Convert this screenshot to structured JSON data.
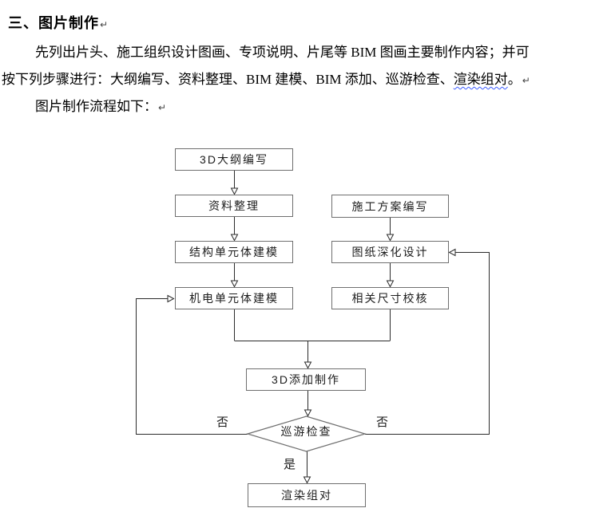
{
  "colors": {
    "page_bg": "#ffffff",
    "text": "#000000",
    "box_border": "#6f6f6f",
    "connector_line": "#2b2b2b",
    "spellcheck_underline": "#3b5bff"
  },
  "doc": {
    "heading": "三、图片制作",
    "paragraph_mark": "↵",
    "line1": "先列出片头、施工组织设计图画、专项说明、片尾等 BIM 图画主要制作内容；并可",
    "line2_pre": "按下列步骤进行：大纲编写、资料整理、BIM 建模、BIM 添加、巡游检查、",
    "line2_spell_error": "渲染组对",
    "line2_post": "。",
    "line3": "图片制作流程如下："
  },
  "flowchart": {
    "nodes": {
      "outline3d": {
        "label": "3D大纲编写"
      },
      "data_sort": {
        "label": "资料整理"
      },
      "plan_write": {
        "label": "施工方案编写"
      },
      "struct_model": {
        "label": "结构单元体建模"
      },
      "drawing_design": {
        "label": "图纸深化设计"
      },
      "mep_model": {
        "label": "机电单元体建模"
      },
      "dim_check": {
        "label": "相关尺寸校核"
      },
      "add3d": {
        "label": "3D添加制作"
      },
      "tour_check": {
        "label": "巡游检查"
      },
      "render_pair": {
        "label": "渲染组对"
      }
    },
    "decision_labels": {
      "no_left": "否",
      "no_right": "否",
      "yes": "是"
    },
    "edges": [
      {
        "from": "outline3d",
        "to": "data_sort"
      },
      {
        "from": "data_sort",
        "to": "struct_model"
      },
      {
        "from": "struct_model",
        "to": "mep_model"
      },
      {
        "from": "plan_write",
        "to": "drawing_design"
      },
      {
        "from": "drawing_design",
        "to": "dim_check"
      },
      {
        "from": "mep_model",
        "to": "add3d"
      },
      {
        "from": "dim_check",
        "to": "add3d"
      },
      {
        "from": "add3d",
        "to": "tour_check"
      },
      {
        "from": "tour_check",
        "to": "render_pair",
        "label": "是"
      },
      {
        "from": "tour_check",
        "to": "mep_model",
        "label": "否"
      },
      {
        "from": "tour_check",
        "to": "drawing_design",
        "label": "否"
      }
    ]
  }
}
